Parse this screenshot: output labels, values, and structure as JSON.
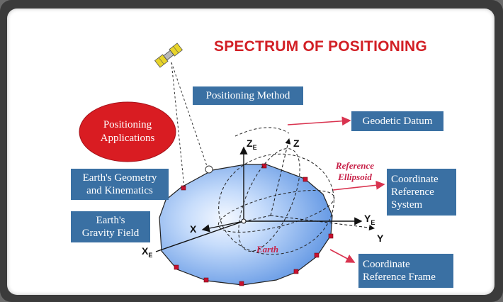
{
  "title": "SPECTRUM OF POSITIONING",
  "oval": {
    "text": "Positioning\nApplications",
    "color": "#d91c22"
  },
  "boxes": {
    "positioning_method": "Positioning Method",
    "geodetic_datum": "Geodetic Datum",
    "coordinate_reference_system": "Coordinate\nReference\nSystem",
    "earths_geometry": "Earth's Geometry\nand Kinematics",
    "earths_gravity": "Earth's\nGravity Field",
    "coordinate_reference_frame": "Coordinate\nReference Frame"
  },
  "labels": {
    "reference_ellipsoid": "Reference\nEllipsoid",
    "earth": "Earth"
  },
  "axes": {
    "z_e": "Z",
    "z_e_sub": "E",
    "z": "Z",
    "x": "X",
    "x_e": "X",
    "x_e_sub": "E",
    "y_e": "Y",
    "y_e_sub": "E",
    "y": "Y"
  },
  "icons": {
    "satellite": "satellite-icon"
  },
  "colors": {
    "box": "#3a70a3",
    "title": "#d21f25",
    "accent_arrow": "#d9334f",
    "earth_fill": "#7fb0ef",
    "markers": "#c8102e"
  }
}
